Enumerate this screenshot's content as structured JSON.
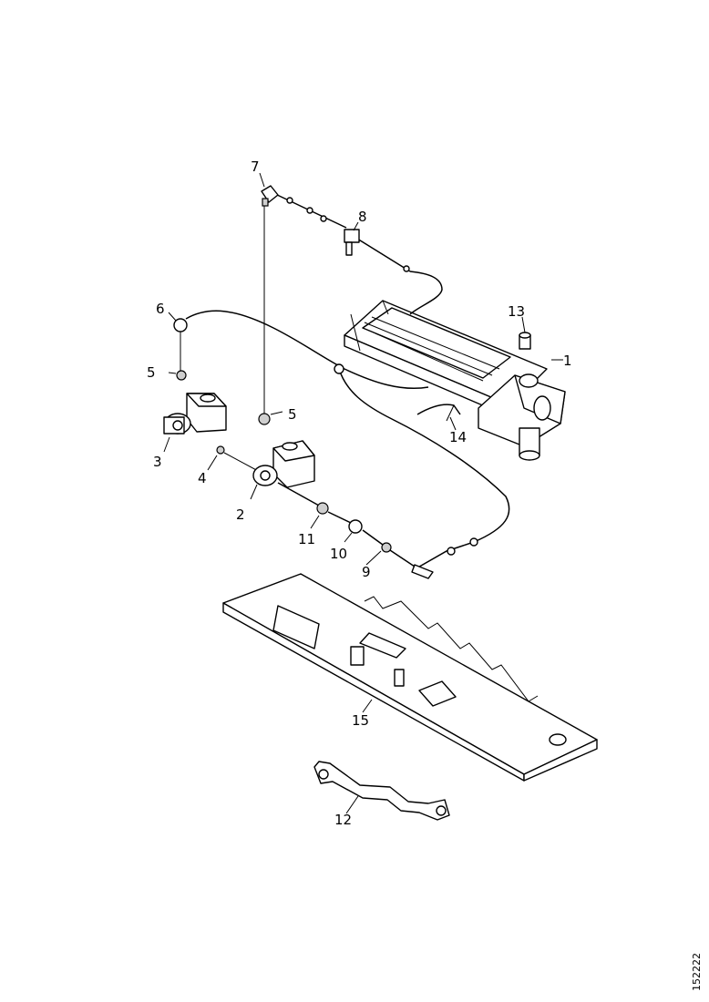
{
  "callouts": {
    "c1": "1",
    "c2": "2",
    "c3": "3",
    "c4": "4",
    "c5a": "5",
    "c5b": "5",
    "c6": "6",
    "c7": "7",
    "c8": "8",
    "c9": "9",
    "c10": "10",
    "c11": "11",
    "c12": "12",
    "c13": "13",
    "c14": "14",
    "c15": "15"
  },
  "doc_id": "152222"
}
